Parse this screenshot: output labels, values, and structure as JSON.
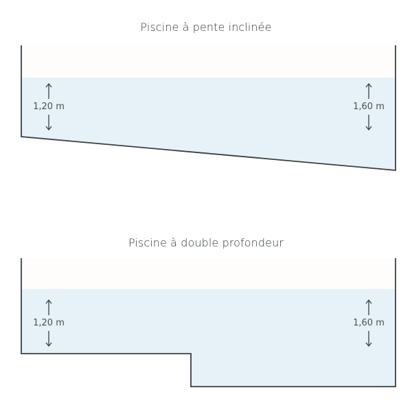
{
  "diagrams": [
    {
      "title": "Piscine à pente inclinée",
      "shallow_depth": "1,20 m",
      "deep_depth": "1,60 m"
    },
    {
      "title": "Piscine à double profondeur",
      "shallow_depth": "1,20 m",
      "deep_depth": "1,60 m"
    }
  ],
  "colors": {
    "water": "#e6f1f8",
    "air": "#fefdfb",
    "outline": "#3a3f44",
    "text": "#2f3336"
  }
}
